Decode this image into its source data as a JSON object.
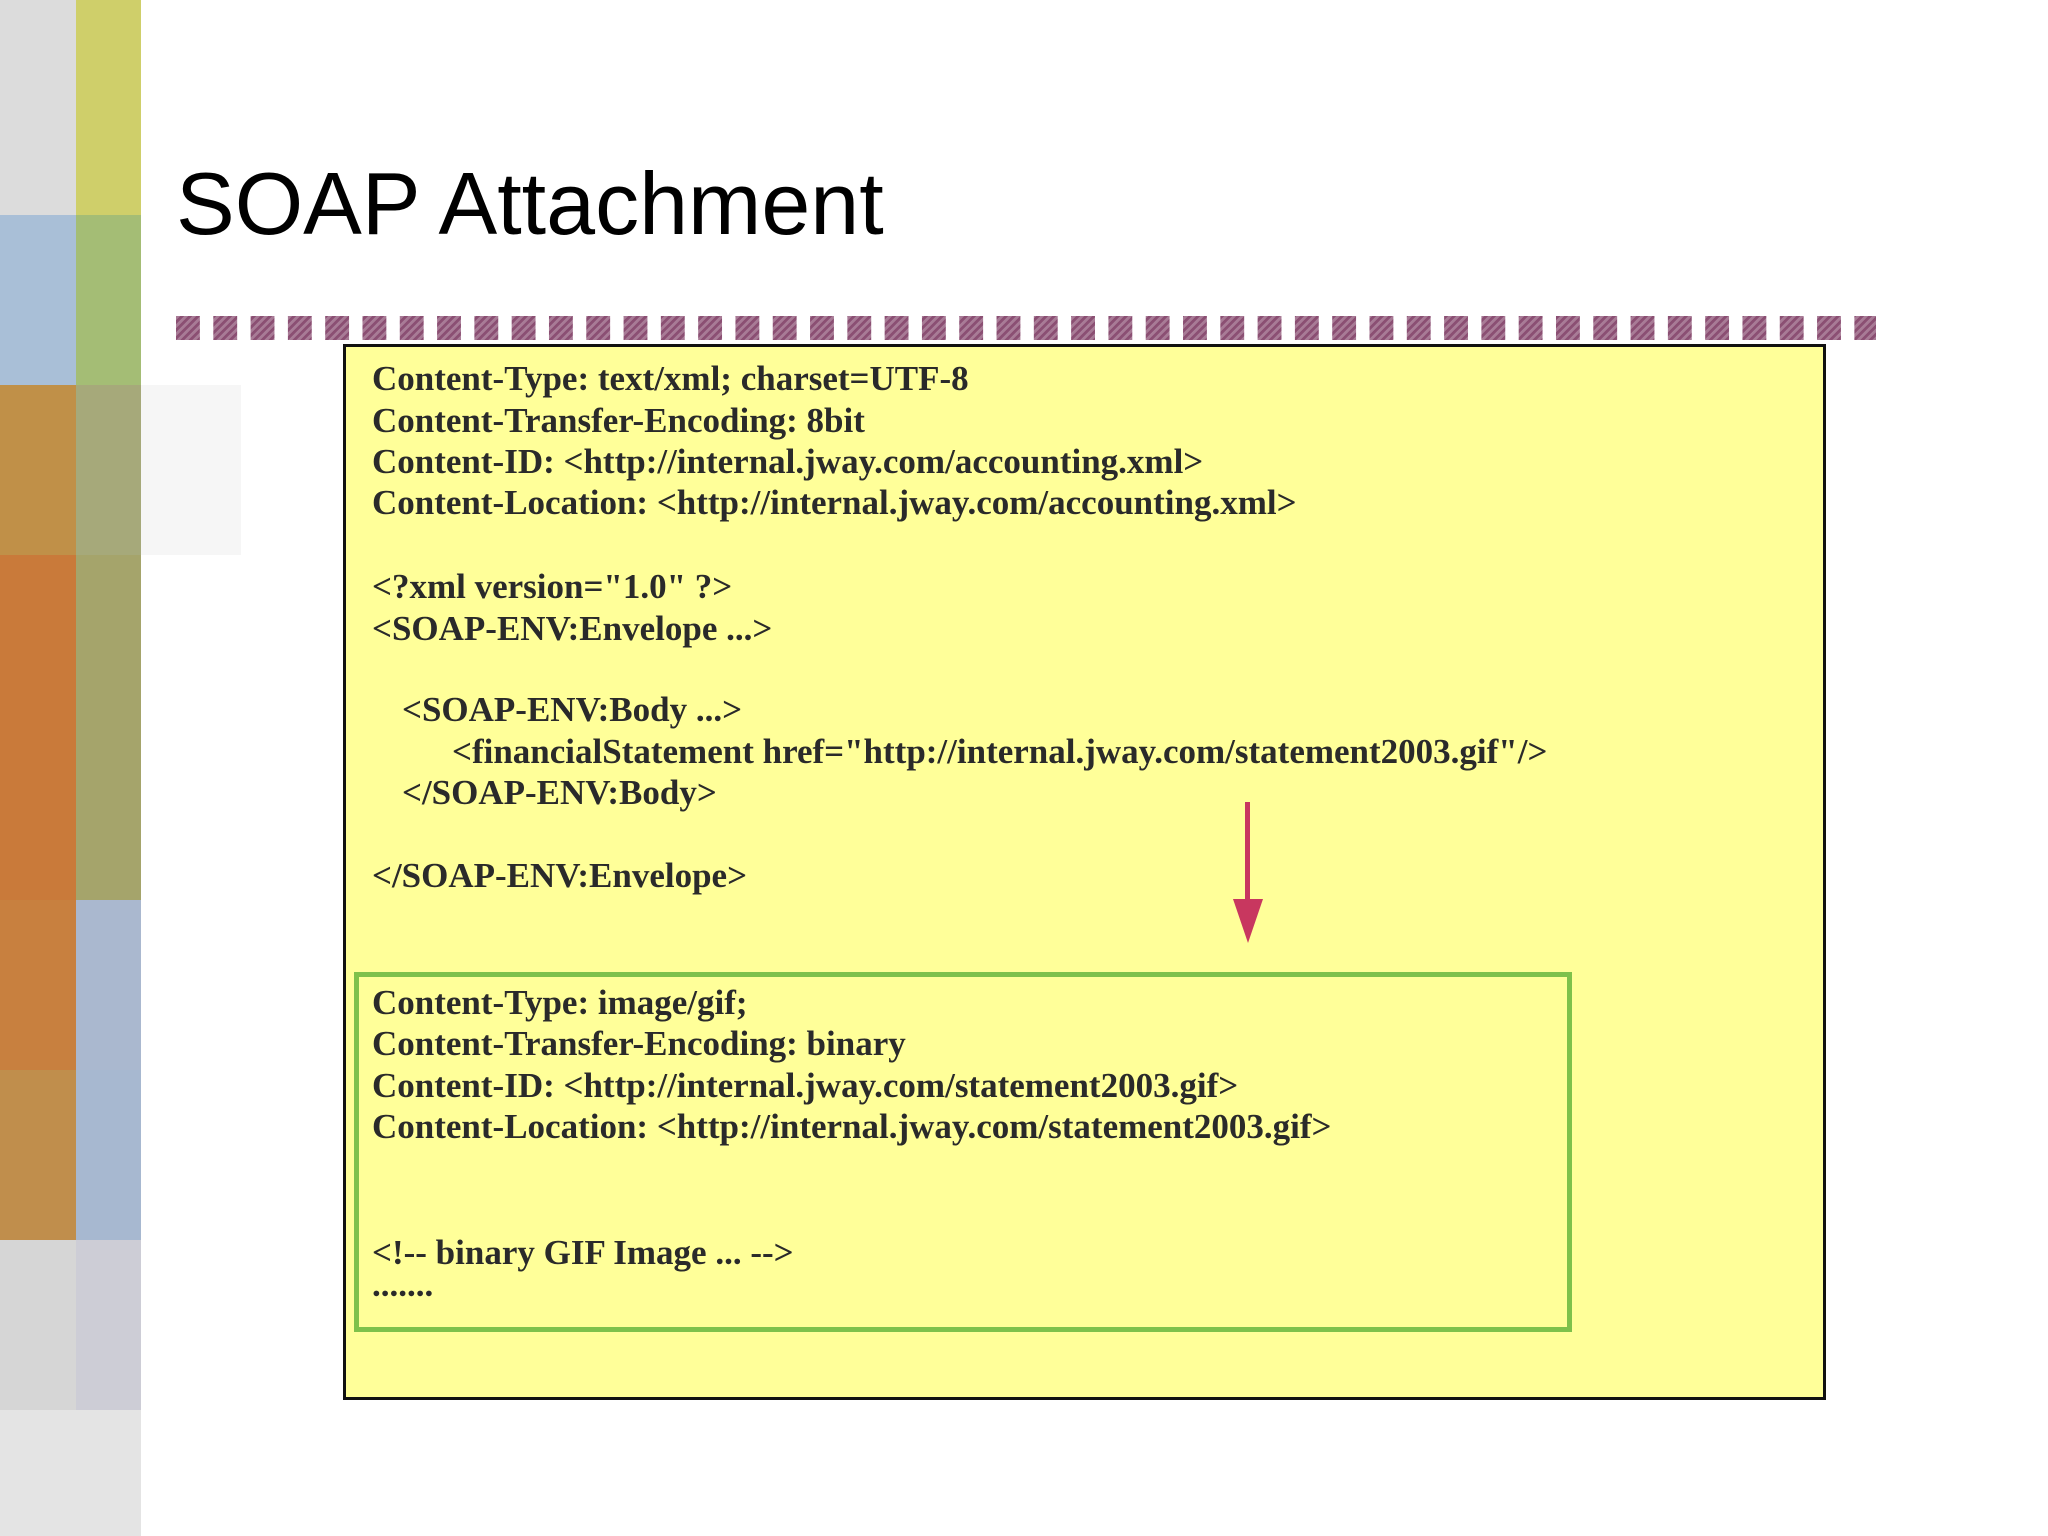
{
  "slide": {
    "title": "SOAP Attachment"
  },
  "message": {
    "part1_headers": [
      "Content-Type: text/xml; charset=UTF-8",
      "Content-Transfer-Encoding: 8bit",
      "Content-ID: <http://internal.jway.com/accounting.xml>",
      "Content-Location: <http://internal.jway.com/accounting.xml>"
    ],
    "xml_decl": "<?xml version=\"1.0\" ?>",
    "envelope_open": "<SOAP-ENV:Envelope ...>",
    "body_open": "<SOAP-ENV:Body ...>",
    "financial_statement": "<financialStatement href=\"http://internal.jway.com/statement2003.gif\"/>",
    "body_close": "</SOAP-ENV:Body>",
    "envelope_close": "</SOAP-ENV:Envelope>",
    "attachment_headers": [
      "Content-Type: image/gif;",
      "Content-Transfer-Encoding: binary",
      "Content-ID: <http://internal.jway.com/statement2003.gif>",
      "Content-Location: <http://internal.jway.com/statement2003.gif>"
    ],
    "binary_comment": "<!-- binary GIF Image ... -->",
    "ellipsis": "......."
  },
  "colors": {
    "message_background": "#ffff99",
    "attachment_border": "#7ec14b",
    "arrow": "#c8375f",
    "divider": "#8b4f73"
  },
  "icons": {
    "arrow": "arrow-down-icon"
  }
}
